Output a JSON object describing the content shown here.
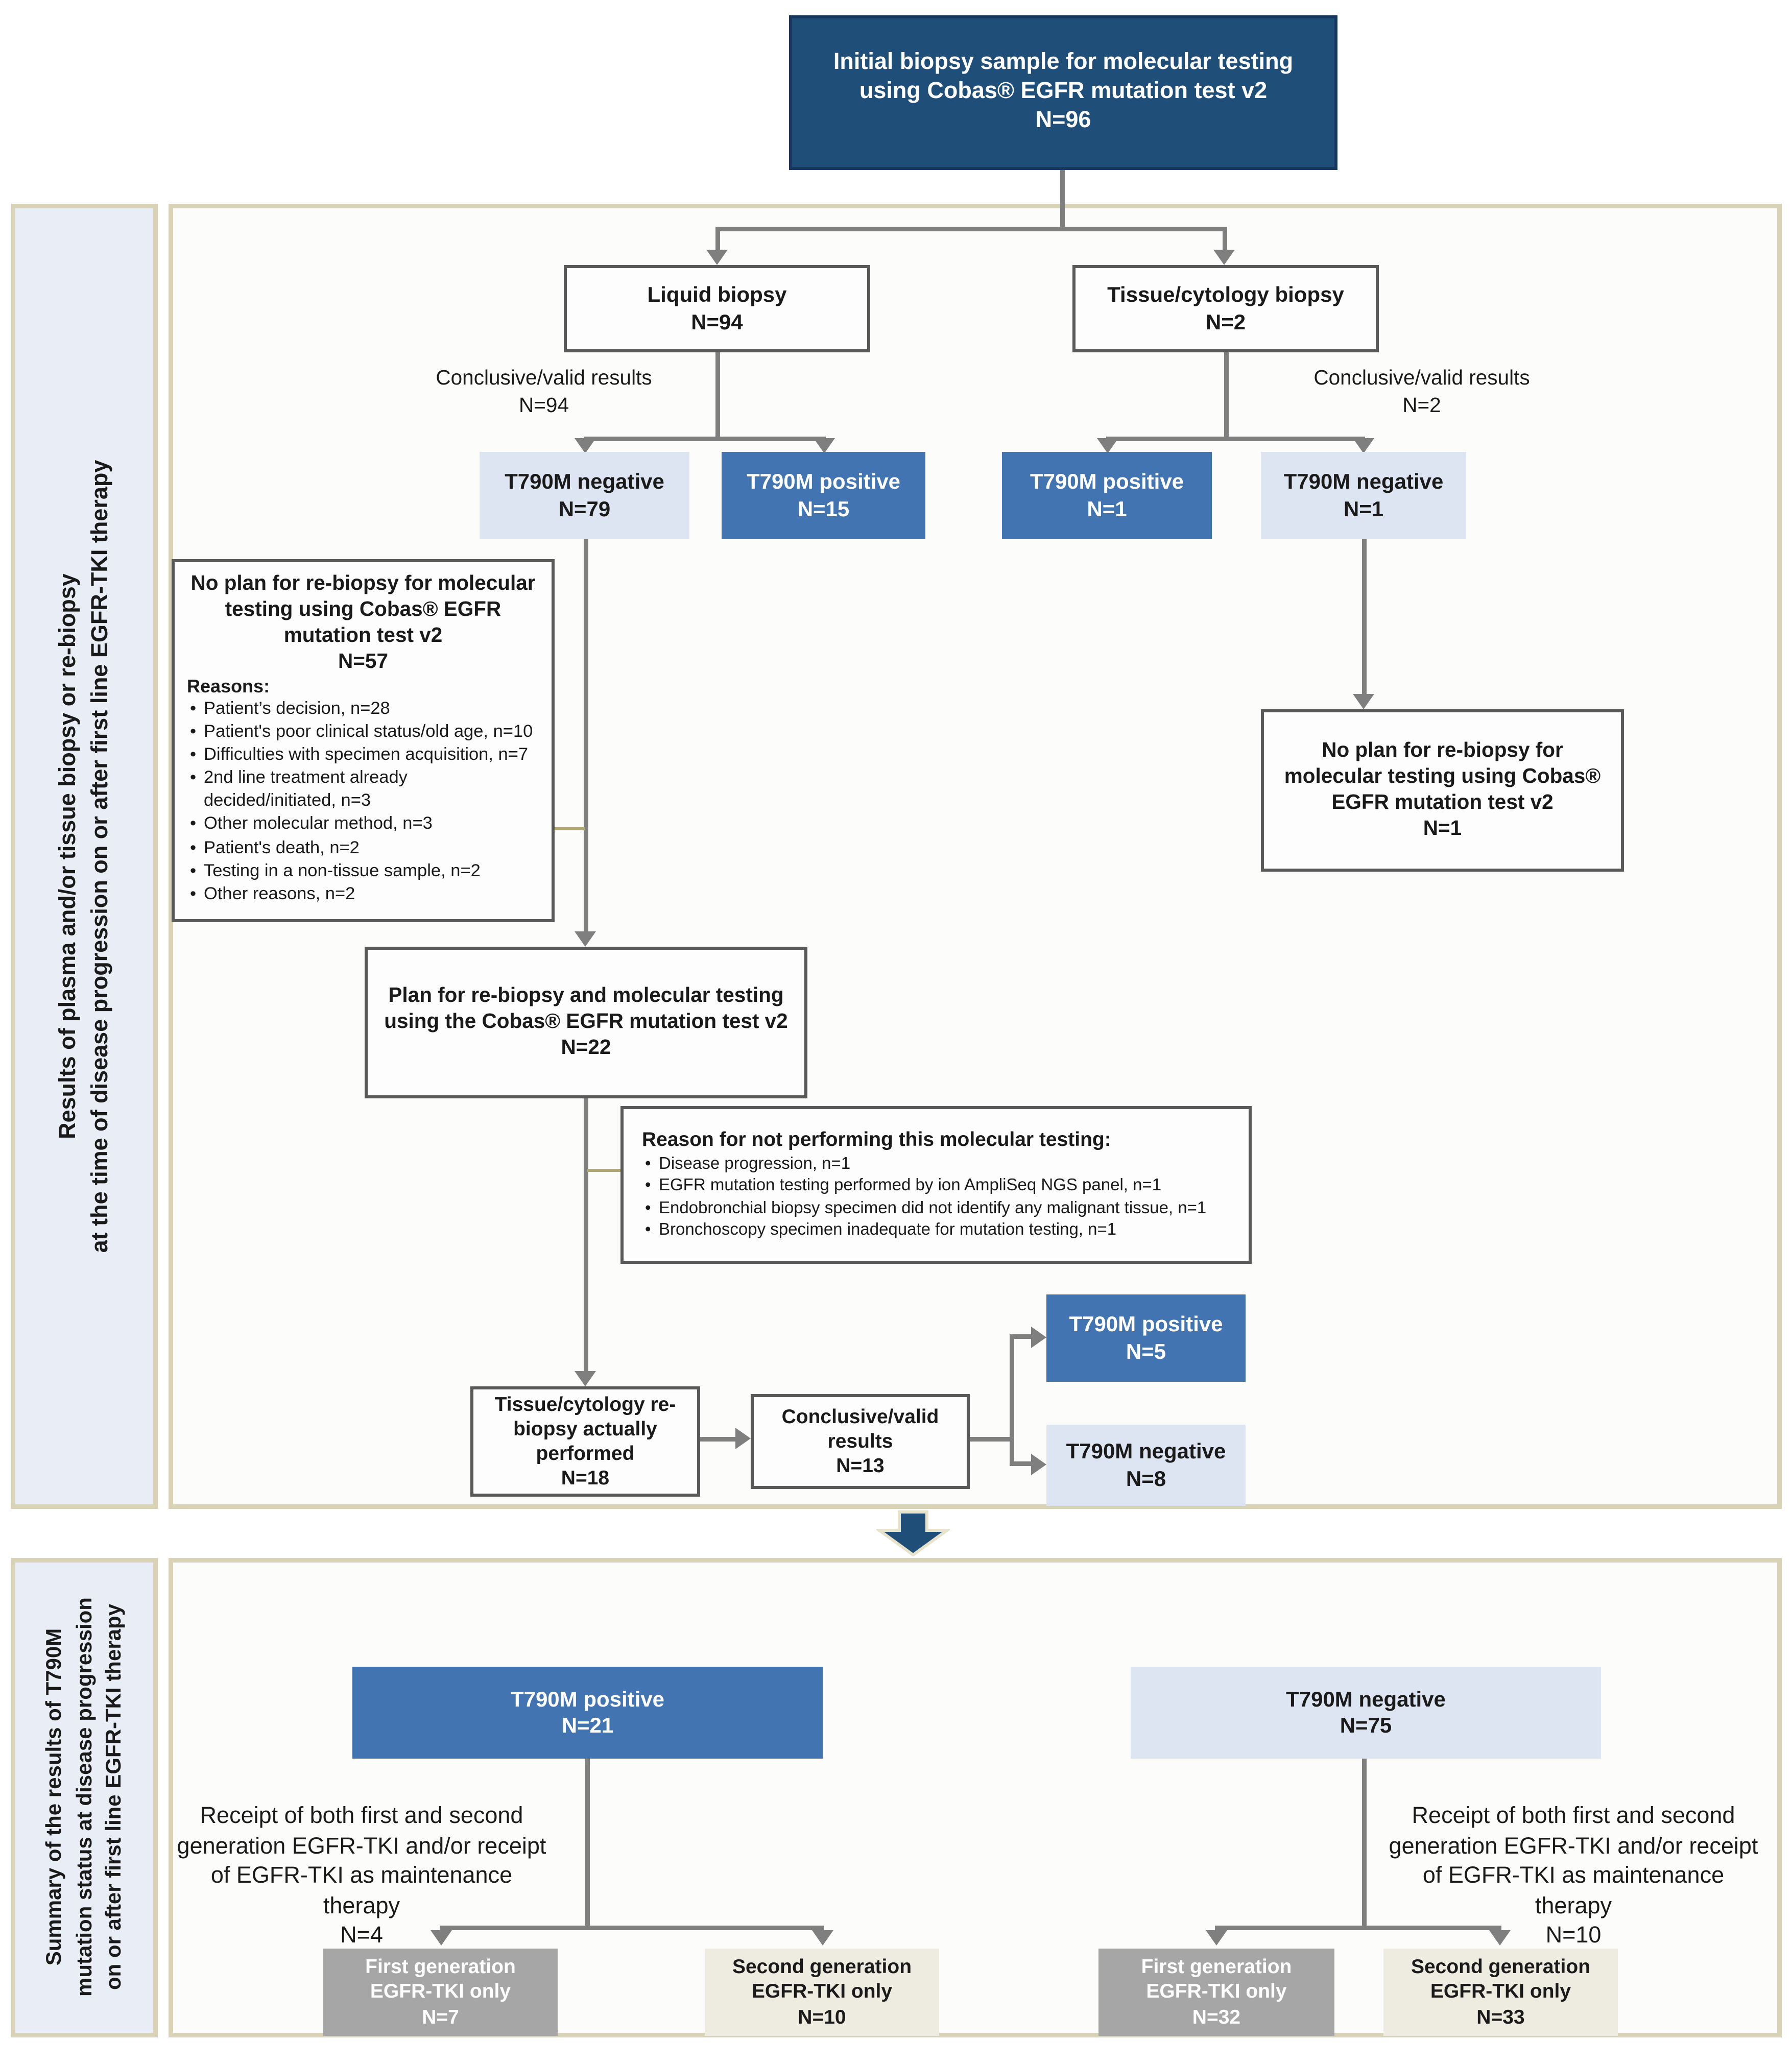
{
  "figure": {
    "type": "flowchart",
    "colors": {
      "dark_blue": "#1F4E79",
      "mid_blue": "#4274B2",
      "light_blue": "#DCE5F1",
      "gray_box": "#A6A6A6",
      "cream_box": "#EEECE0",
      "panel_border_tan": "#D8D3B7",
      "sidebar_bg": "#E9EDF5",
      "line_gray": "#7F7F7F",
      "connector_tan": "#AFA673"
    }
  },
  "top_box": {
    "title": "Initial biopsy sample for molecular testing using Cobas® EGFR mutation test v2",
    "n": "N=96"
  },
  "upper": {
    "sidebar": {
      "line1": "Results of plasma and/or tissue biopsy or re-biopsy",
      "line2": "at the time of disease progression on or after first line EGFR-TKI therapy"
    },
    "liquid": {
      "label": "Liquid biopsy",
      "n": "N=94"
    },
    "tissue": {
      "label": "Tissue/cytology biopsy",
      "n": "N=2"
    },
    "liquid_valid": {
      "label": "Conclusive/valid results",
      "n": "N=94"
    },
    "tissue_valid": {
      "label": "Conclusive/valid results",
      "n": "N=2"
    },
    "liquid_neg": {
      "label": "T790M negative",
      "n": "N=79"
    },
    "liquid_pos": {
      "label": "T790M positive",
      "n": "N=15"
    },
    "tissue_pos": {
      "label": "T790M positive",
      "n": "N=1"
    },
    "tissue_neg": {
      "label": "T790M negative",
      "n": "N=1"
    },
    "no_plan_left": {
      "title": "No plan for re-biopsy for molecular testing using Cobas® EGFR mutation test v2",
      "n": "N=57",
      "reasons_label": "Reasons:",
      "reasons": [
        "Patient’s decision, n=28",
        "Patient's poor clinical status/old age, n=10",
        "Difficulties with specimen acquisition, n=7",
        "2nd line treatment already decided/initiated, n=3",
        "Other molecular method, n=3",
        "Patient's death, n=2",
        "Testing in a non-tissue sample, n=2",
        "Other reasons, n=2"
      ]
    },
    "no_plan_right": {
      "title": "No plan for re-biopsy for molecular testing using Cobas® EGFR mutation test v2",
      "n": "N=1"
    },
    "plan": {
      "title": "Plan for re-biopsy and molecular testing using the Cobas® EGFR mutation test v2",
      "n": "N=22"
    },
    "reason_not": {
      "title": "Reason for not performing this molecular testing:",
      "reasons": [
        "Disease progression, n=1",
        "EGFR mutation testing performed by ion AmpliSeq NGS panel, n=1",
        "Endobronchial biopsy specimen did not identify any malignant tissue, n=1",
        "Bronchoscopy specimen inadequate for mutation testing, n=1"
      ]
    },
    "performed": {
      "label": "Tissue/cytology re-biopsy actually performed",
      "n": "N=18"
    },
    "valid13": {
      "label": "Conclusive/valid results",
      "n": "N=13"
    },
    "pos5": {
      "label": "T790M positive",
      "n": "N=5"
    },
    "neg8": {
      "label": "T790M negative",
      "n": "N=8"
    }
  },
  "lower": {
    "sidebar": {
      "line1": "Summary of the results of T790M",
      "line2": "mutation status at disease progression",
      "line3": "on or after first line EGFR-TKI therapy"
    },
    "pos21": {
      "label": "T790M positive",
      "n": "N=21"
    },
    "neg75": {
      "label": "T790M negative",
      "n": "N=75"
    },
    "receipt_left": {
      "text": "Receipt of both first and second generation EGFR-TKI and/or receipt of EGFR-TKI as maintenance therapy",
      "n": "N=4"
    },
    "receipt_right": {
      "text": "Receipt of both first and second generation EGFR-TKI and/or receipt of EGFR-TKI as maintenance therapy",
      "n": "N=10"
    },
    "first_gen_left": {
      "label": "First generation EGFR-TKI only",
      "n": "N=7"
    },
    "second_gen_left": {
      "label": "Second generation EGFR-TKI only",
      "n": "N=10"
    },
    "first_gen_right": {
      "label": "First generation EGFR-TKI only",
      "n": "N=32"
    },
    "second_gen_right": {
      "label": "Second generation EGFR-TKI only",
      "n": "N=33"
    }
  }
}
